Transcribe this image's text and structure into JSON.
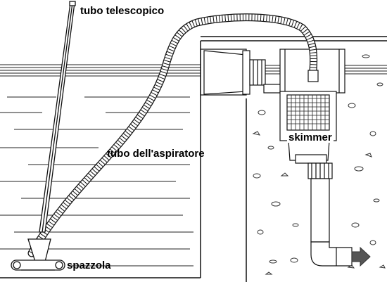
{
  "labels": {
    "telescopic_pole": "tubo telescopico",
    "vacuum_hose": "tubo dell'aspiratore",
    "skimmer": "skimmer",
    "brush": "spazzola"
  },
  "colors": {
    "line": "#111111",
    "background": "#ffffff",
    "flow_arrow": "#555555"
  }
}
